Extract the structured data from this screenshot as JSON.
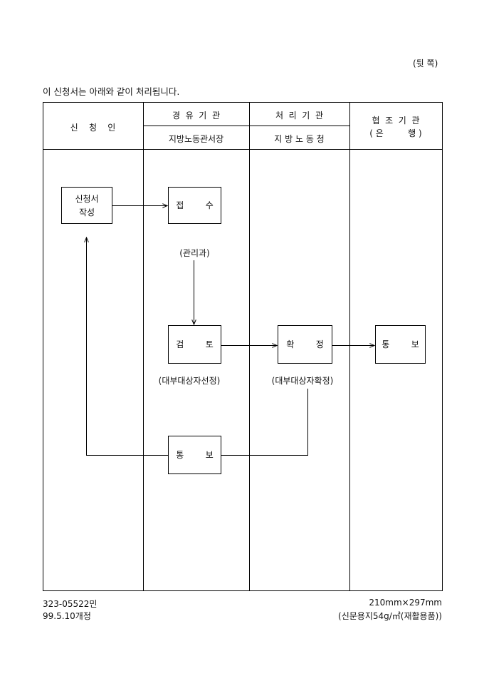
{
  "page_side": "(뒷 쪽)",
  "intro": "이 신청서는 아래와 같이 처리됩니다.",
  "headers": {
    "applicant": "신    청    인",
    "via_org": "경  유  기  관",
    "via_org_sub": "지방노동관서장",
    "proc_org": "처  리  기  관",
    "proc_org_sub": "지 방 노 동 청",
    "coop_org": "협  조  기  관",
    "coop_org_sub": "( 은         행 )"
  },
  "flow": {
    "write_form": "신청서\n작성",
    "receive": "접        수",
    "mgmt_dept": "(관리과)",
    "review": "검        토",
    "review_note": "(대부대상자선정)",
    "confirm": "확        정",
    "confirm_note": "(대부대상자확정)",
    "notify_bank": "통        보",
    "notify_back": "통        보"
  },
  "footer": {
    "form_no": "323-05522민",
    "revised": "99.5.10개정",
    "size": "210mm×297mm",
    "paper": "(신문용지54g/㎡(재활용품))"
  }
}
